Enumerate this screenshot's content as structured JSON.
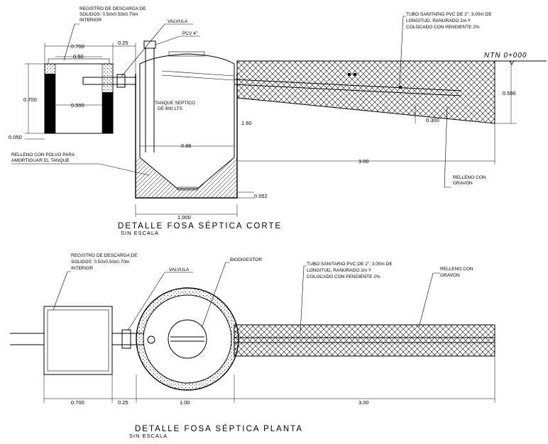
{
  "corte": {
    "registro_label_1": "REGISTRO DE DESCARGA DE",
    "registro_label_2": "SOLIDOS: 0.50x0.50x0.70m",
    "registro_label_3": "INTERIOR",
    "valvula": "VALVULA",
    "pvc": "PCV 4\"",
    "tubo_1": "TUBO SANITARIO PVC DE 2\", 3.00m DE",
    "tubo_2": "LONGITUD, RANURADO 2m Y",
    "tubo_3": "COLOCADO CON PENDIENTE 2%",
    "ntn": "NTN  0+000",
    "tanque_1": "TANQUE SEPTICO",
    "tanque_2": "DE 600 LTS",
    "relleno_polvo_1": "RELLENO CON POLVO PARA",
    "relleno_polvo_2": "AMORTIGUAR EL TANQUE",
    "relleno_gravon_1": "RELLENO CON",
    "relleno_gravon_2": "GRAVON",
    "dim_0700_top": "0.700",
    "dim_050": "0.50",
    "dim_025": "0.25",
    "dim_0700_left": "0.700",
    "dim_0500": "0.500",
    "dim_0050": "0.050",
    "dim_086": "0.86",
    "dim_160": "1.60",
    "dim_0596": "0.596",
    "dim_0300": "0.300",
    "dim_300": "3.00",
    "dim_0052": "0.052",
    "dim_1000": "1.000",
    "title": "DETALLE  FOSA  SÉPTICA  CORTE",
    "subtitle": "SIN  ESCALA"
  },
  "planta": {
    "registro_label_1": "REGISTRO DE DESCARGA DE",
    "registro_label_2": "SOLIDOS: 0.50x0.50x0.70m",
    "registro_label_3": "INTERIOR",
    "valvula": "VALVULA",
    "biodigestor": "BIODIGESTOR",
    "tubo_1": "TUBO SANITARIO PVC DE 2\", 3.00m DE",
    "tubo_2": "LONGITUD, RANURADO 2m Y",
    "tubo_3": "COLOCADO CON PENDIENTE 2%",
    "relleno_gravon_1": "RELLENO CON",
    "relleno_gravon_2": "GRAVON",
    "dim_0700": "0.700",
    "dim_025": "0.25",
    "dim_100": "1.00",
    "dim_300": "3.00",
    "title": "DETALLE  FOSA  SÉPTICA  PLANTA",
    "subtitle": "SIN  ESCALA"
  }
}
